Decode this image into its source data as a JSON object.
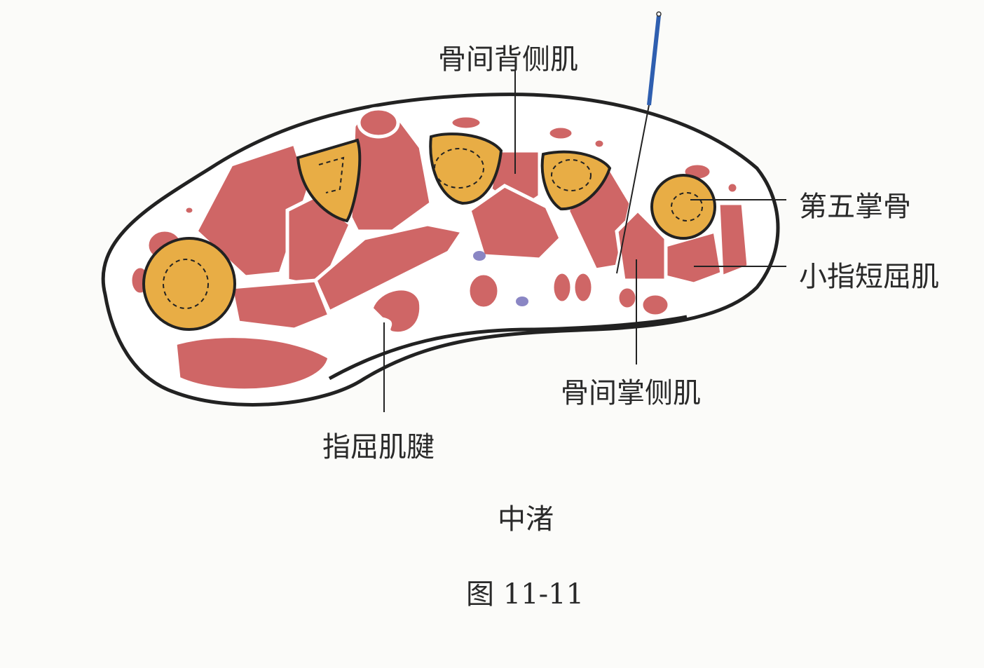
{
  "labels": {
    "dorsal_interossei": "骨间背侧肌",
    "fifth_metacarpal": "第五掌骨",
    "flexor_digiti_minimi_brevis": "小指短屈肌",
    "palmar_interossei": "骨间掌侧肌",
    "flexor_tendons": "指屈肌腱"
  },
  "acupoint": "中渚",
  "figure_caption": "图 11-11",
  "colors": {
    "muscle": "#cf6666",
    "bone": "#e8ad45",
    "vessel": "#8a86c4",
    "needle": "#2f5fb0",
    "outline": "#222222"
  }
}
